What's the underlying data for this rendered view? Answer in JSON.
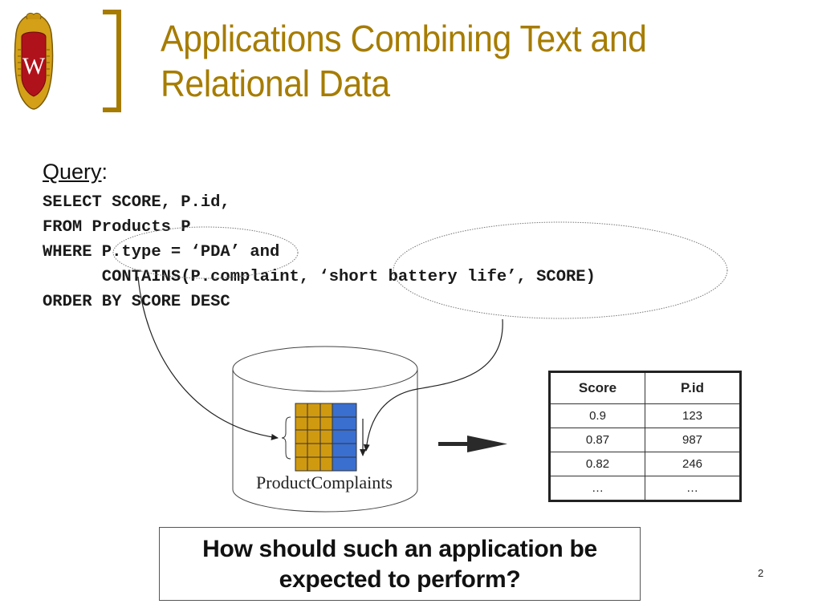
{
  "slide": {
    "title_line1": "Applications Combining Text and",
    "title_line2": "Relational Data",
    "page_number": "2",
    "colors": {
      "title": "#a67c00",
      "crest_gold": "#d4a017",
      "crest_red": "#b0121b",
      "table_columns_gold": "#d09a10",
      "table_column_blue": "#3a6fd0"
    }
  },
  "query": {
    "label": "Query",
    "label_suffix": ":",
    "lines": [
      "SELECT SCORE, P.id,",
      "FROM Products P",
      "WHERE P.type = ‘PDA’ and",
      "      CONTAINS(P.complaint, ‘short battery life’, SCORE)",
      "ORDER BY SCORE DESC"
    ]
  },
  "diagram": {
    "database_label": "ProductComplaints"
  },
  "results_table": {
    "headers": [
      "Score",
      "P.id"
    ],
    "rows": [
      [
        "0.9",
        "123"
      ],
      [
        "0.87",
        "987"
      ],
      [
        "0.82",
        "246"
      ],
      [
        "…",
        "…"
      ]
    ]
  },
  "question": {
    "line1": "How should such an application be",
    "line2": "expected to perform?"
  }
}
